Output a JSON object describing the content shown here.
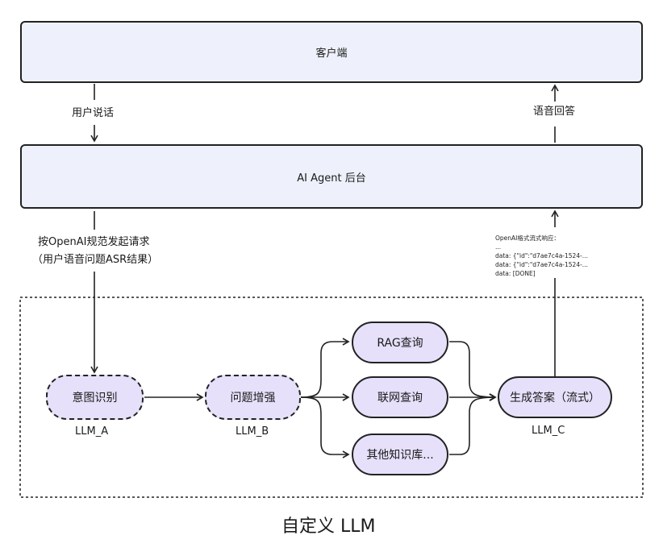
{
  "client": {
    "label": "客户端"
  },
  "agent": {
    "label": "AI Agent 后台"
  },
  "arrows": {
    "user_speech": "用户说话",
    "voice_reply": "语音回答",
    "request_line1": "按OpenAI规范发起请求",
    "request_line2": "（用户语音问题ASR结果）"
  },
  "stream_response": {
    "title": "OpenAI格式流式响应：",
    "ellipsis": "...",
    "line1": "data: {\"id\":\"d7ae7c4a-1524-...",
    "line2": "data: {\"id\":\"d7ae7c4a-1524-...",
    "line3": "data: [DONE]"
  },
  "nodes": {
    "intent": {
      "label": "意图识别",
      "caption": "LLM_A"
    },
    "enhance": {
      "label": "问题增强",
      "caption": "LLM_B"
    },
    "rag": {
      "label": "RAG查询"
    },
    "web": {
      "label": "联网查询"
    },
    "other_kb": {
      "label": "其他知识库..."
    },
    "generate": {
      "label": "生成答案（流式）",
      "caption": "LLM_C"
    }
  },
  "group": {
    "title": "自定义 LLM"
  },
  "colors": {
    "box_fill": "#eef1fb",
    "node_fill": "#e6e0fa",
    "stroke": "#222222"
  }
}
